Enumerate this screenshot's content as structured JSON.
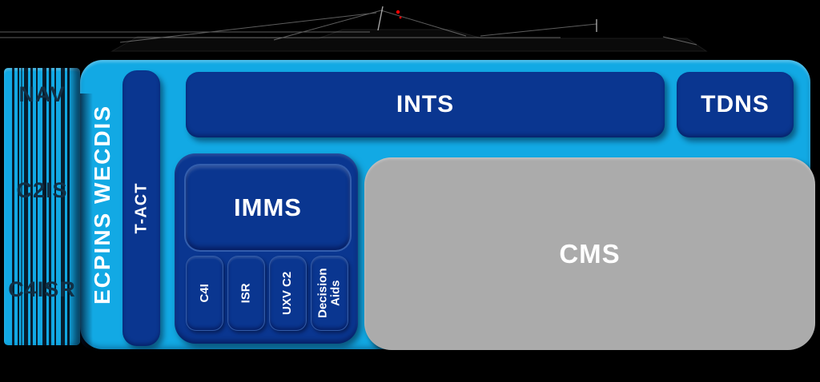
{
  "colors": {
    "background": "#000000",
    "panel_blue": "#12A9E4",
    "box_navy": "#0A3690",
    "cms_gray": "#ABABAB",
    "axis_text": "#122F44",
    "label_text": "#FFFFFF",
    "mast_flag": "#FF0000"
  },
  "axis_labels": {
    "top": "NAV",
    "middle": "C2IS",
    "bottom": "C4ISR"
  },
  "panels": {
    "ecpins": {
      "label": "ECPINS WECDIS"
    },
    "tact": {
      "label": "T-ACT"
    },
    "ints": {
      "label": "INTS"
    },
    "tdns": {
      "label": "TDNS"
    },
    "imms": {
      "label": "IMMS",
      "modules": [
        {
          "label": "C4I"
        },
        {
          "label": "ISR"
        },
        {
          "label": "UXV C2"
        },
        {
          "label": "Decision Aids"
        }
      ]
    },
    "cms": {
      "label": "CMS"
    }
  }
}
